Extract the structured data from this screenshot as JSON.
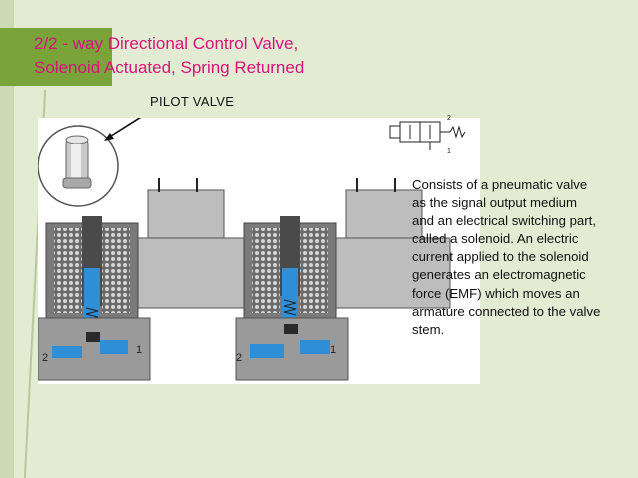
{
  "slide": {
    "title_line1": "2/2 - way Directional Control Valve,",
    "title_line2": "Solenoid Actuated, Spring Returned",
    "pilot_label": "PILOT VALVE",
    "body": "Consists of a pneumatic valve as the signal output medium and an electrical switching part, called a solenoid. An electric current applied to the solenoid generates an electromagnetic force (EMF) which moves an armature connected to the valve stem.",
    "valve_left": {
      "port_a": "2",
      "port_b": "1"
    },
    "valve_right": {
      "port_a": "2",
      "port_b": "1"
    },
    "symbol": {
      "top_port": "2",
      "bottom_port": "1"
    }
  },
  "colors": {
    "background": "#e3ebd2",
    "accent": "#7aa33a",
    "title": "#d8137a",
    "valve_body": "#9a9a9a",
    "valve_blue": "#2e8ed6",
    "coil_dark": "#4a4a4a"
  }
}
